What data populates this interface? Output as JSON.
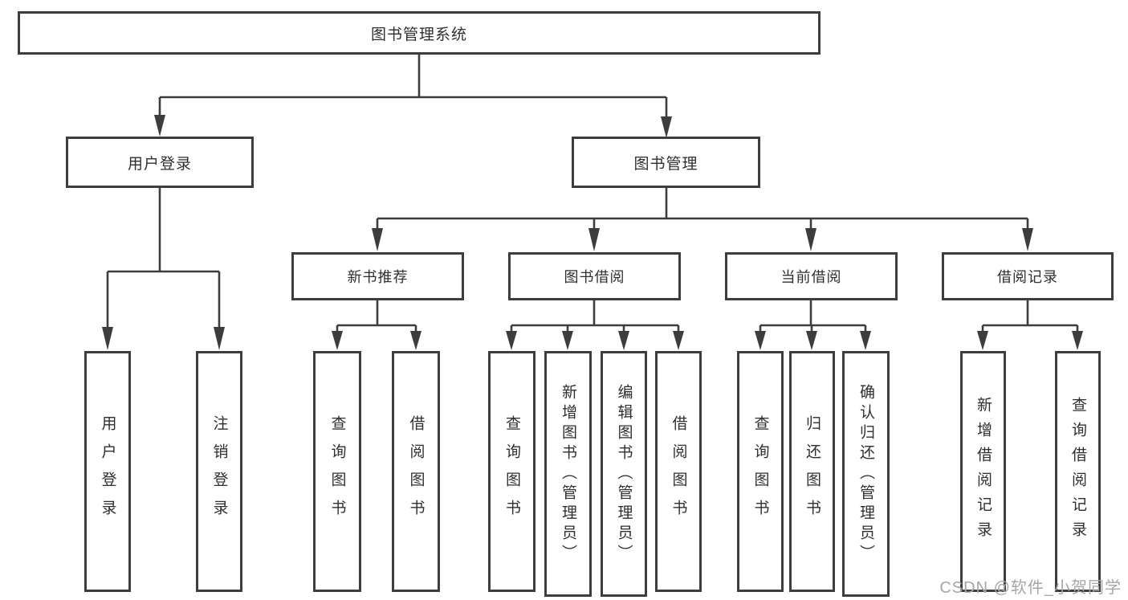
{
  "page": {
    "background": "#ffffff",
    "line_color": "#3d3d3d",
    "text_color": "#2f2f2f",
    "watermark_color": "#a6a6a6"
  },
  "root": {
    "label": "图书管理系统"
  },
  "level1": {
    "user_login": {
      "label": "用户登录"
    },
    "book_management": {
      "label": "图书管理"
    }
  },
  "level2": {
    "new_book": {
      "label": "新书推荐"
    },
    "book_borrow": {
      "label": "图书借阅"
    },
    "current_borrow": {
      "label": "当前借阅"
    },
    "borrow_record": {
      "label": "借阅记录"
    }
  },
  "leaves": {
    "user_login": [
      "用户登录",
      "注销登录"
    ],
    "new_book": [
      "查询图书",
      "借阅图书"
    ],
    "book_borrow": [
      "查询图书",
      "新增图书（管理员）",
      "编辑图书（管理员）",
      "借阅图书"
    ],
    "current_borrow": [
      "查询图书",
      "归还图书",
      "确认归还（管理员）"
    ],
    "borrow_record": [
      "新增借阅记录",
      "查询借阅记录"
    ]
  },
  "watermark": "CSDN @软件_小贺同学"
}
